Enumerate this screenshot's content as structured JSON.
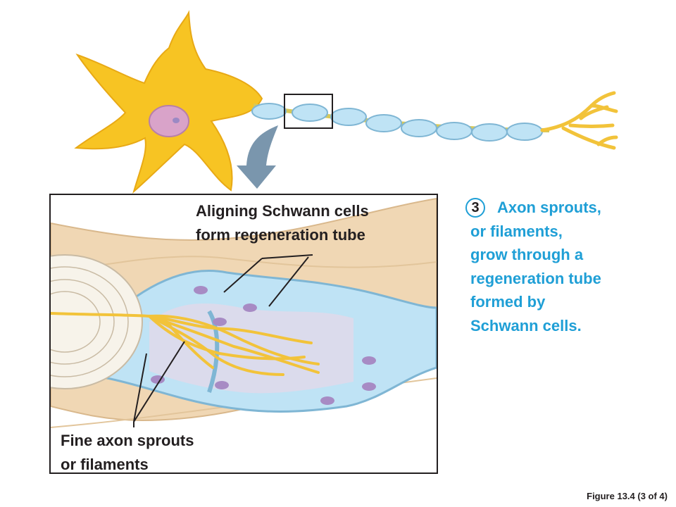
{
  "colors": {
    "neuron": "#f7c423",
    "schwann_cell": "#bfe3f5",
    "schwann_nucleus": "#a78bc4",
    "axon_sprouts": "#f2c33a",
    "step_text": "#1f9fd6",
    "arrow": "#7a96ad",
    "tissue": "#f0d7b4"
  },
  "inset": {
    "schwann_label": [
      "Aligning Schwann cells",
      "form regeneration tube"
    ],
    "sprouts_label": [
      "Fine axon sprouts",
      "or filaments"
    ]
  },
  "step": {
    "number": "3",
    "first_line": "Axon sprouts,",
    "lines": [
      "or filaments,",
      "grow through a",
      "regeneration tube",
      "formed by",
      "Schwann cells."
    ]
  },
  "caption": "Figure 13.4 (3 of 4)"
}
